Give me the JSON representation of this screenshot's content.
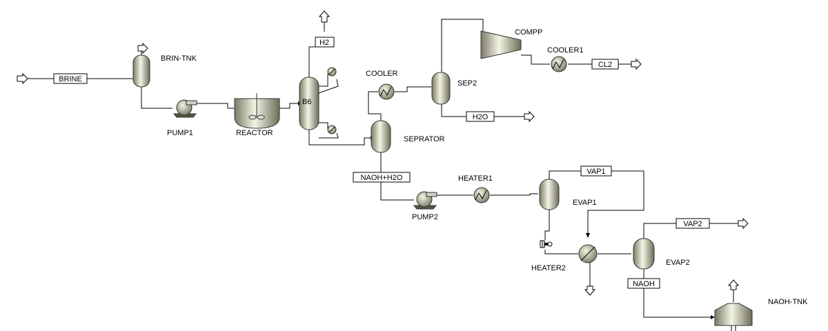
{
  "equipment": {
    "brin_tnk": "BRIN-TNK",
    "pump1": "PUMP1",
    "reactor": "REACTOR",
    "b6": "B6",
    "cooler": "COOLER",
    "sep2": "SEP2",
    "compp": "COMPP",
    "cooler1": "COOLER1",
    "seprator": "SEPRATOR",
    "heater1": "HEATER1",
    "pump2": "PUMP2",
    "evap1": "EVAP1",
    "heater2": "HEATER2",
    "evap2": "EVAP2",
    "naoh_tnk": "NAOH-TNK"
  },
  "streams": {
    "brine": "BRINE",
    "h2": "H2",
    "cl2": "CL2",
    "h2o": "H2O",
    "naoh_h2o": "NAOH+H2O",
    "vap1": "VAP1",
    "vap2": "VAP2",
    "naoh": "NAOH"
  },
  "colors": {
    "vessel_light": "#f4f4e4",
    "vessel_dark": "#7a7a66",
    "line": "#000000",
    "background": "#ffffff"
  }
}
